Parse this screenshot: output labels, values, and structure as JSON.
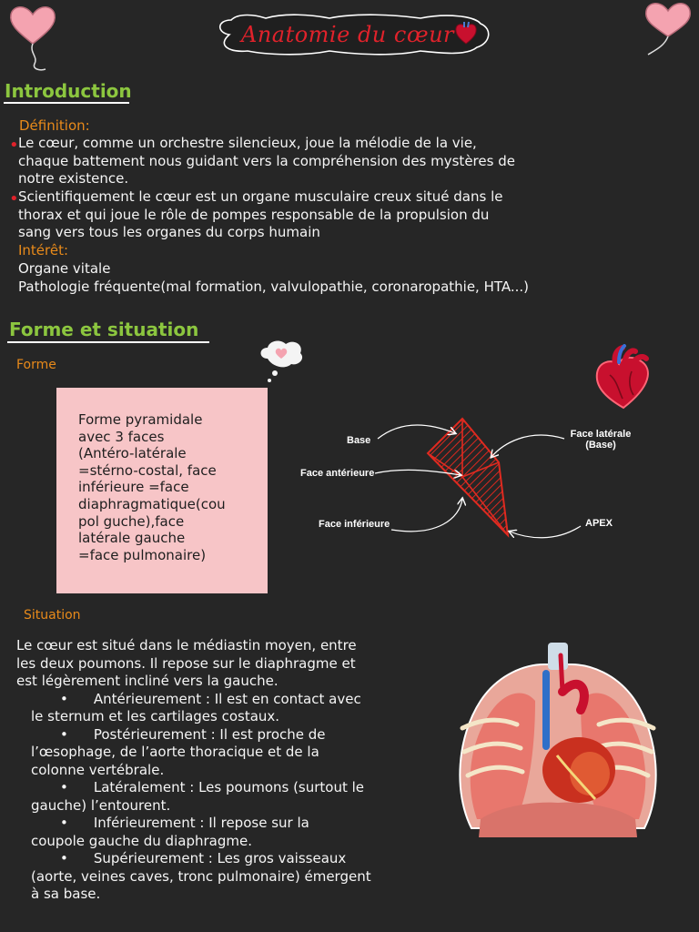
{
  "title": "Anatomie du cœur",
  "colors": {
    "accent_red": "#e0222b",
    "heading_green": "#8cc63f",
    "subheading_orange": "#e88a1a",
    "box_pink": "#f7c5c7",
    "background": "#262626"
  },
  "introduction": {
    "heading": "Introduction",
    "definition_label": "Définition:",
    "bullets": [
      [
        "Le cœur, comme un orchestre silencieux, joue la mélodie de la vie,",
        "chaque battement nous guidant vers la compréhension des mystères de",
        "notre existence."
      ],
      [
        "Scientifiquement le cœur est un organe musculaire creux situé dans le",
        "thorax et qui joue le rôle de pompes responsable de la propulsion du",
        "sang vers tous les organes du corps humain"
      ]
    ],
    "interest_label": "Intérêt:",
    "interest_lines": [
      "Organe vitale",
      "Pathologie fréquente(mal formation, valvulopathie, coronaropathie, HTA...)"
    ]
  },
  "forme_situation": {
    "heading": "Forme et situation",
    "forme_label": "Forme",
    "forme_box_lines": [
      "Forme pyramidale",
      "avec 3 faces",
      "(Antéro-latérale",
      "=stérno-costal, face",
      "inférieure =face",
      "diaphragmatique(cou",
      "pol guche),face",
      "latérale gauche",
      "=face pulmonaire)"
    ],
    "diagram_labels": {
      "base": "Base",
      "face_anterieure": "Face antérieure",
      "face_inferieure": "Face inférieure",
      "face_laterale_1": "Face latérale",
      "face_laterale_2": "(Base)",
      "apex": "APEX"
    },
    "situation_label": "Situation",
    "situation_intro": [
      "Le cœur est situé dans le médiastin moyen, entre",
      "les deux poumons. Il repose sur le diaphragme et",
      "est légèrement incliné vers la gauche."
    ],
    "situation_items": [
      [
        "Antérieurement : Il est en contact avec",
        "le sternum et les cartilages costaux."
      ],
      [
        "Postérieurement : Il est proche de",
        "l’œsophage, de l’aorte thoracique et de la",
        "colonne vertébrale."
      ],
      [
        "Latéralement : Les poumons (surtout le",
        "gauche) l’entourent."
      ],
      [
        "Inférieurement : Il repose sur la",
        "coupole gauche du diaphragme."
      ],
      [
        "Supérieurement : Les gros vaisseaux",
        "(aorte, veines caves, tronc pulmonaire) émergent",
        "à sa base."
      ]
    ]
  }
}
